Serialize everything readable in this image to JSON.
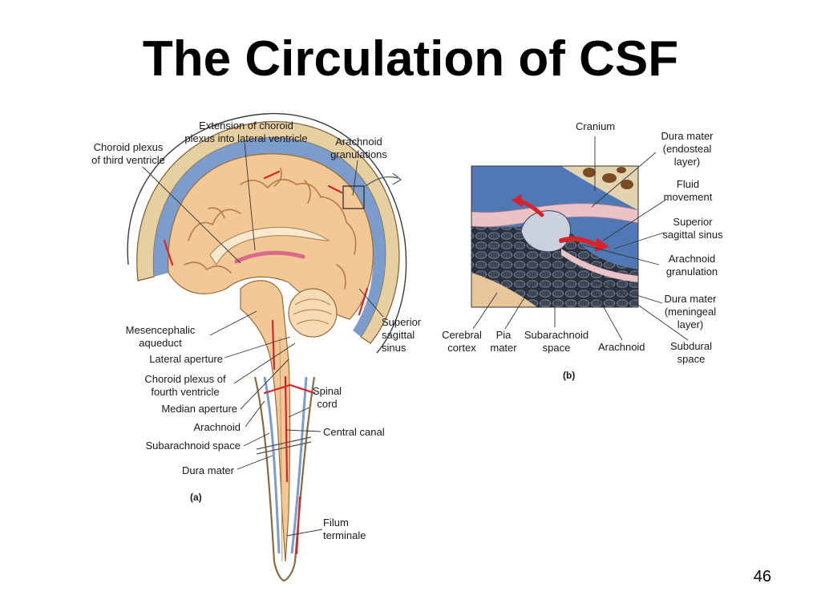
{
  "slide": {
    "title": "The Circulation of CSF",
    "page_number": "46"
  },
  "panel_a": {
    "caption": "(a)",
    "labels": {
      "extension_choroid_1": "Extension of choroid",
      "extension_choroid_2": "plexus into lateral ventricle",
      "choroid_third_1": "Choroid plexus",
      "choroid_third_2": "of third ventricle",
      "arachnoid_gran_1": "Arachnoid",
      "arachnoid_gran_2": "granulations",
      "superior_sinus_1": "Superior",
      "superior_sinus_2": "sagittal",
      "superior_sinus_3": "sinus",
      "mesencephalic_1": "Mesencephalic",
      "mesencephalic_2": "aqueduct",
      "lateral_aperture": "Lateral aperture",
      "choroid_fourth_1": "Choroid plexus of",
      "choroid_fourth_2": "fourth ventricle",
      "median_aperture": "Median aperture",
      "arachnoid": "Arachnoid",
      "subarachnoid_space": "Subarachnoid space",
      "dura_mater": "Dura mater",
      "spinal_cord_1": "Spinal",
      "spinal_cord_2": "cord",
      "central_canal": "Central canal",
      "filum_1": "Filum",
      "filum_2": "terminale"
    }
  },
  "panel_b": {
    "caption": "(b)",
    "labels": {
      "cranium": "Cranium",
      "dura_endosteal_1": "Dura mater",
      "dura_endosteal_2": "(endosteal",
      "dura_endosteal_3": "layer)",
      "fluid_1": "Fluid",
      "fluid_2": "movement",
      "superior_sinus_1": "Superior",
      "superior_sinus_2": "sagittal sinus",
      "arachnoid_gran_1": "Arachnoid",
      "arachnoid_gran_2": "granulation",
      "dura_meningeal_1": "Dura mater",
      "dura_meningeal_2": "(meningeal",
      "dura_meningeal_3": "layer)",
      "subdural_1": "Subdural",
      "subdural_2": "space",
      "arachnoid": "Arachnoid",
      "subarachnoid_1": "Subarachnoid",
      "subarachnoid_2": "space",
      "pia_1": "Pia",
      "pia_2": "mater",
      "cerebral_1": "Cerebral",
      "cerebral_2": "cortex"
    }
  },
  "colors": {
    "csf_blue": "#6f93c4",
    "brain_tan": "#f1c896",
    "bone": "#e6cfa0",
    "arrow_red": "#d8232a",
    "text": "#1a1a1a"
  }
}
